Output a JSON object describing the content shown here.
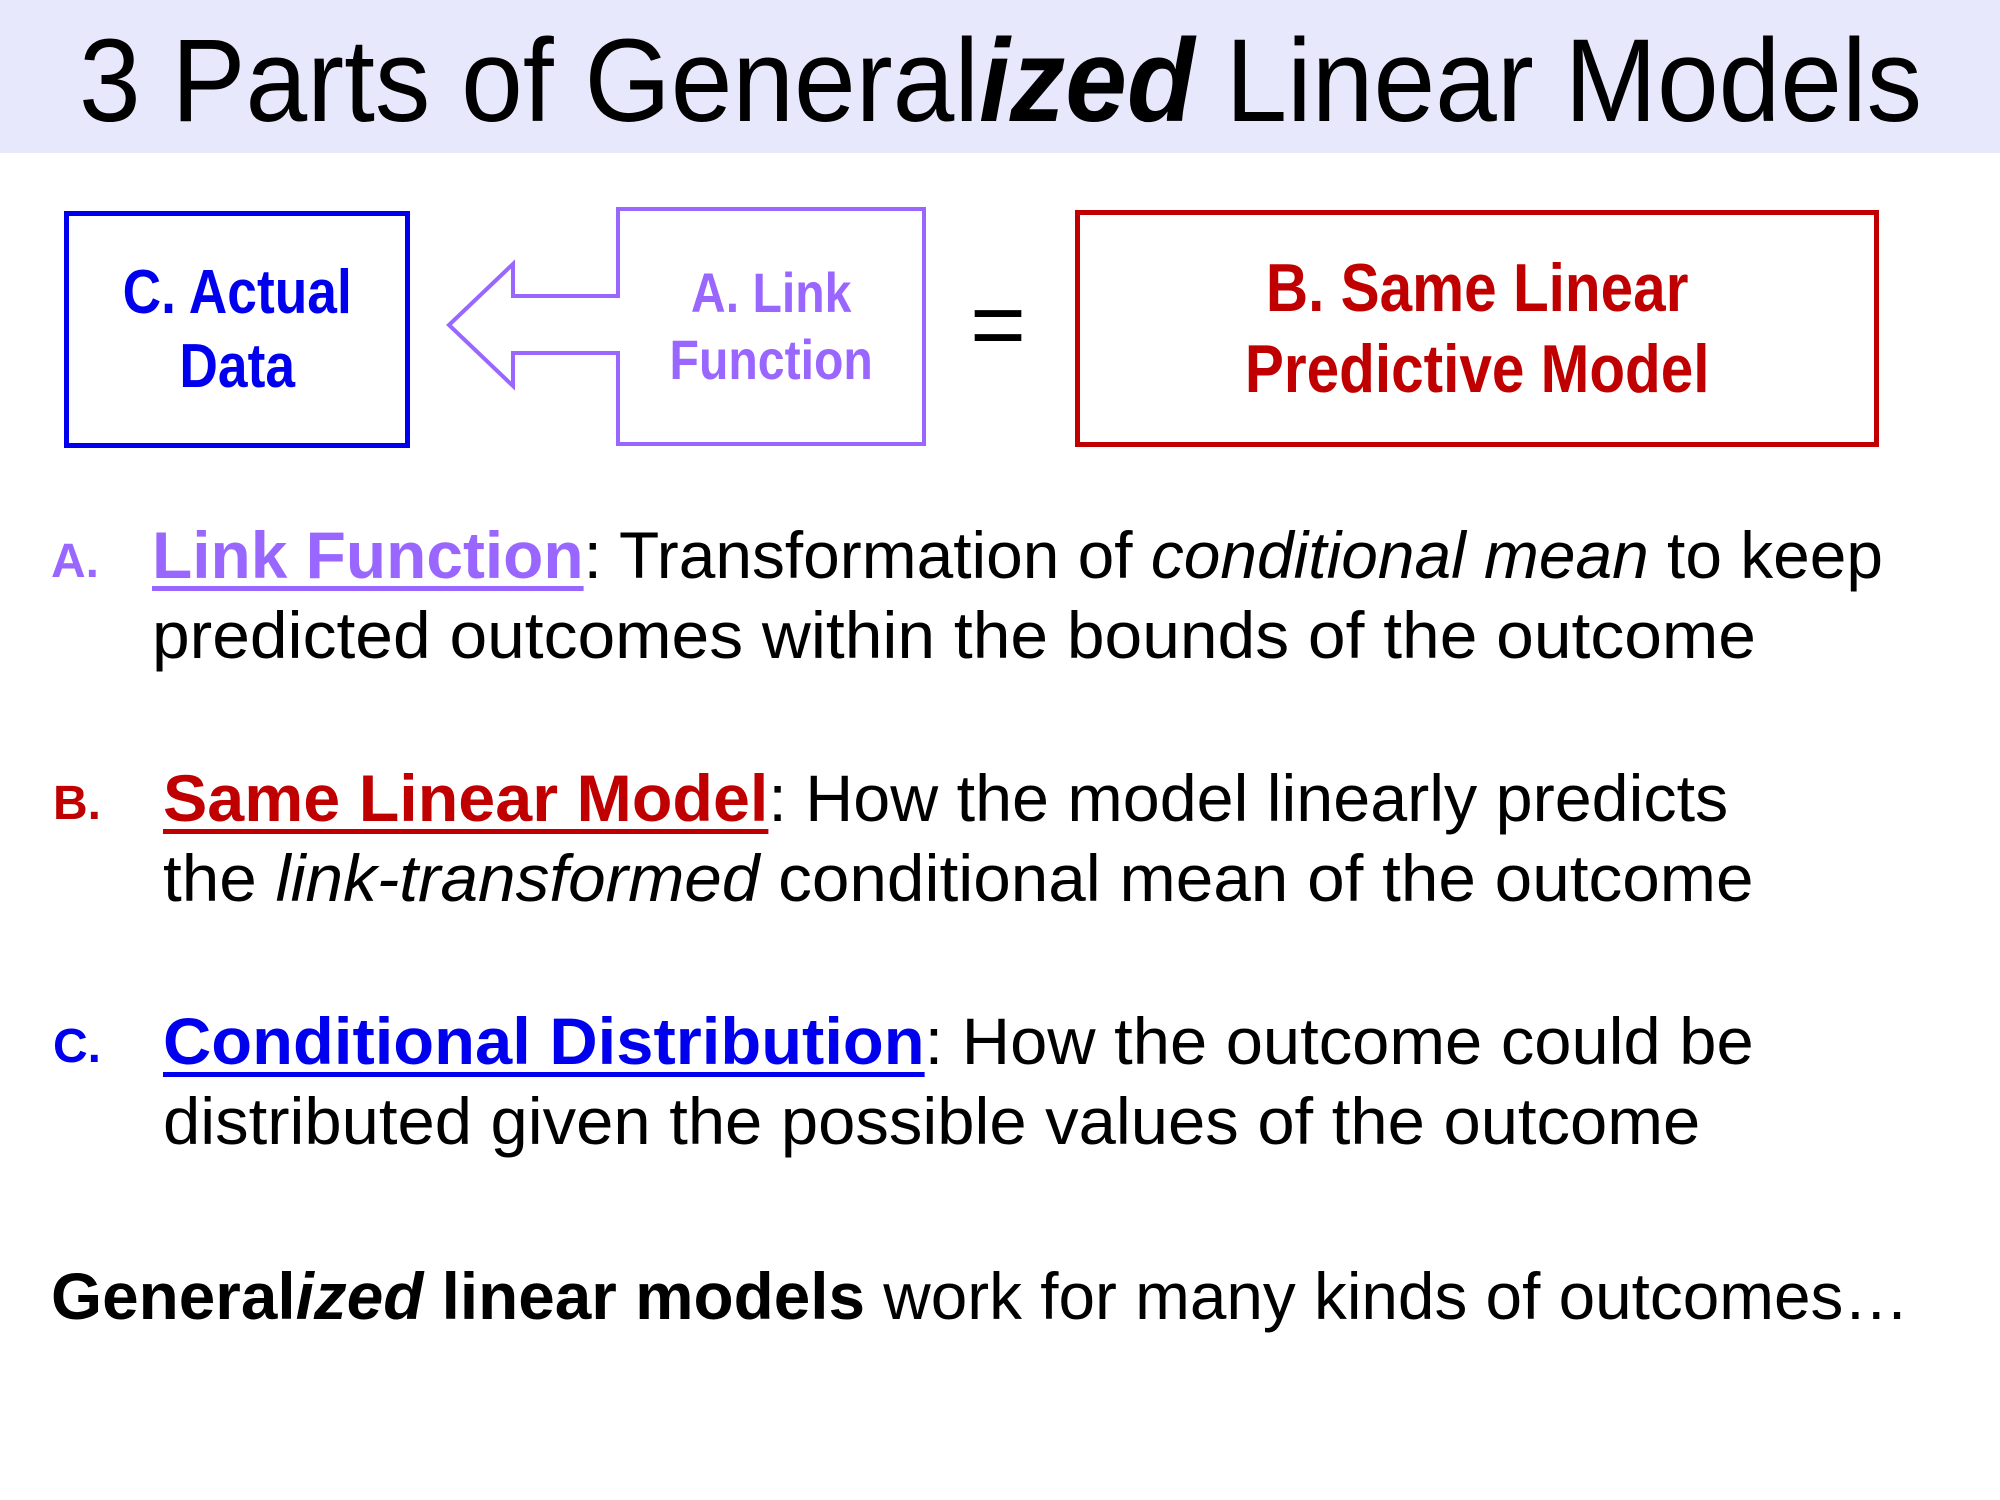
{
  "slide": {
    "title": {
      "part1": "3 Parts of General",
      "part2_bold_italic": "ized",
      "part3": " Linear Models"
    },
    "diagram": {
      "box_c": {
        "line1": "C. Actual",
        "line2": "Data"
      },
      "box_a": {
        "line1": "A. Link",
        "line2": "Function"
      },
      "equals": "=",
      "box_b": {
        "line1": "B. Same Linear",
        "line2": "Predictive Model"
      },
      "arrow": "left-arrow"
    },
    "items": [
      {
        "marker": "A.",
        "heading": "Link Function",
        "line1_after_heading": ": Transformation of ",
        "line1_italic": "conditional mean",
        "line1_end": " to keep",
        "line2": "predicted outcomes within the bounds of the outcome"
      },
      {
        "marker": "B.",
        "heading": "Same Linear Model",
        "line1_after_heading": ": How the model linearly predicts",
        "line2_start": "the ",
        "line2_italic": "link-transformed",
        "line2_end": " conditional mean of the outcome"
      },
      {
        "marker": "C.",
        "heading": "Conditional Distribution",
        "line1_after_heading": ": How the outcome could be",
        "line2": "distributed given the possible values of the outcome"
      }
    ],
    "footer": {
      "bold1": "General",
      "bold_italic": "ized",
      "bold2": " linear models",
      "rest": " work for many kinds of outcomes…"
    },
    "colors": {
      "header_bg": "#e8e8fc",
      "link_function": "#9966ff",
      "linear_model": "#c00000",
      "conditional_distribution": "#0000ee"
    }
  }
}
